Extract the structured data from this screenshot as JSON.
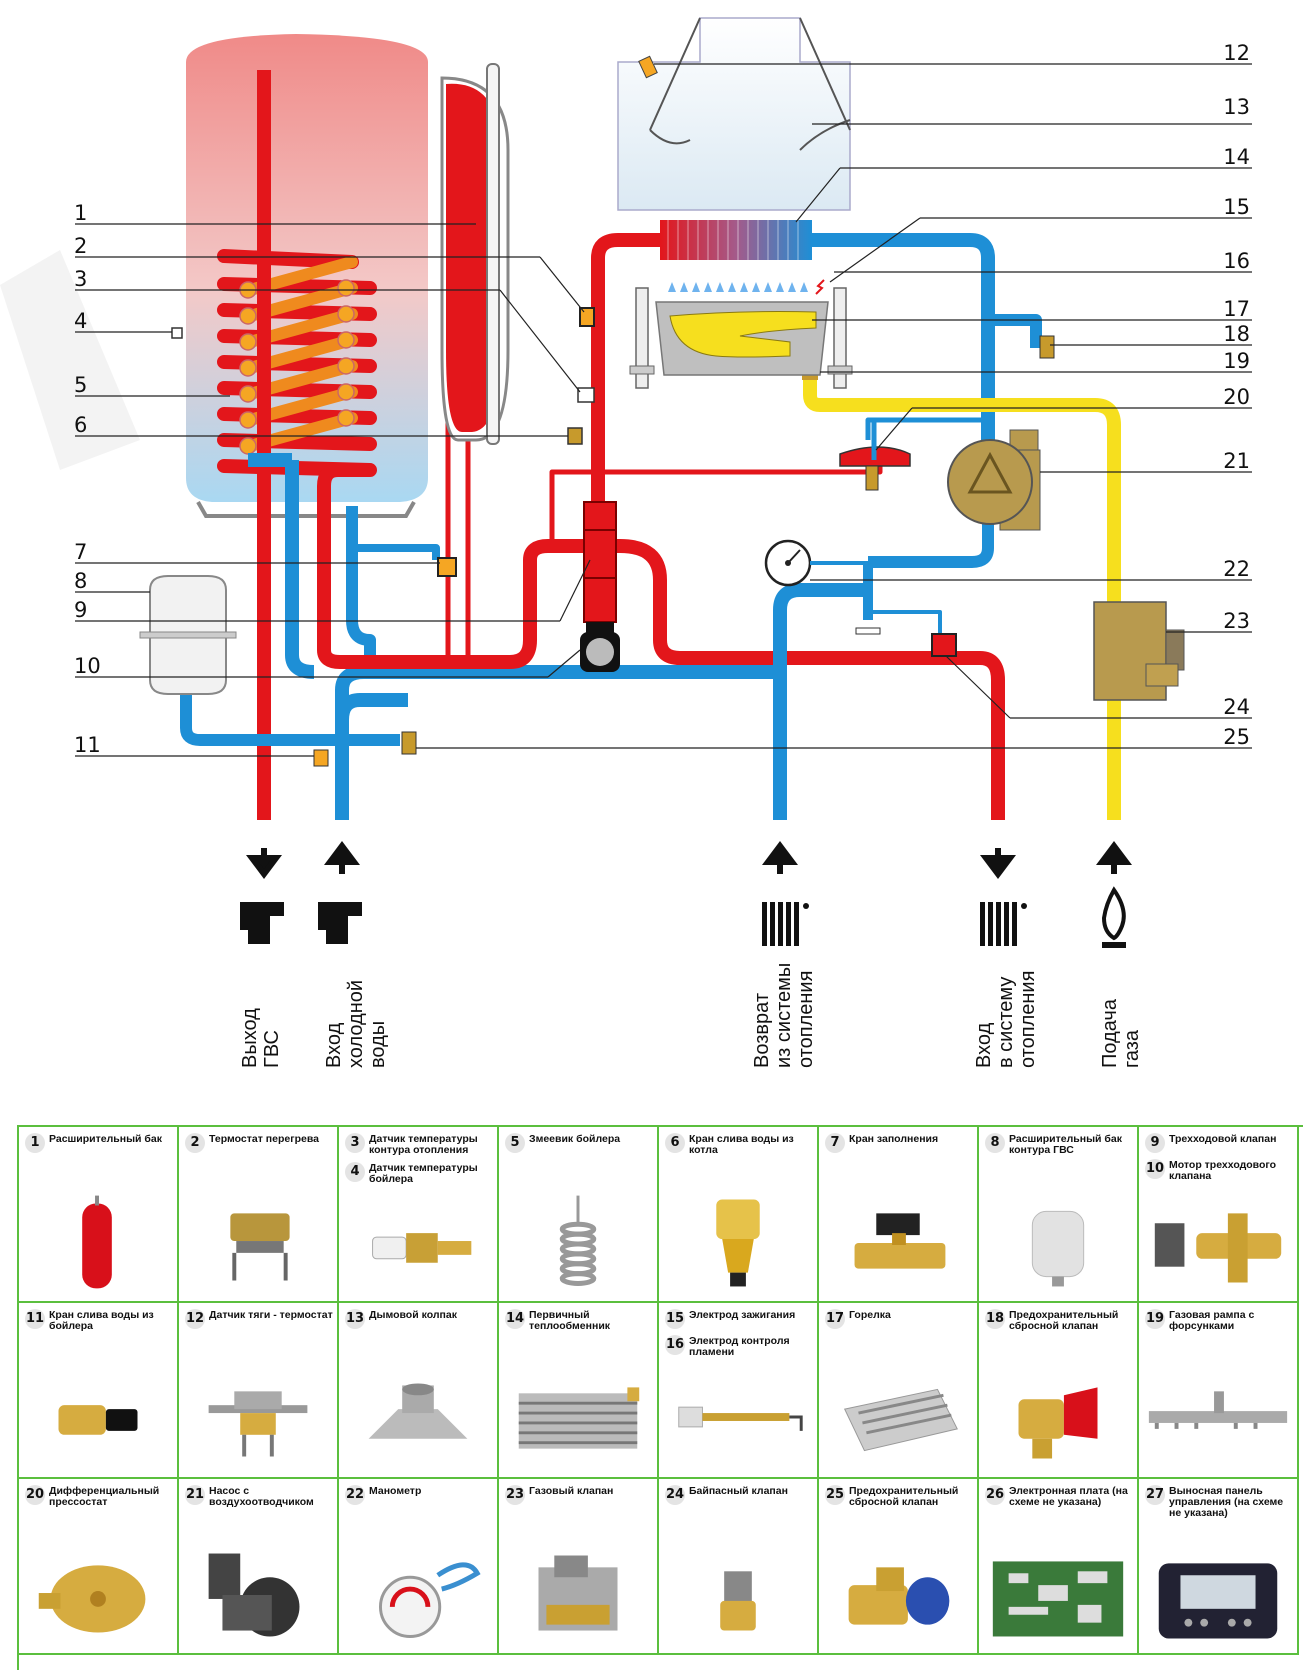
{
  "callouts": {
    "left": [
      "1",
      "2",
      "3",
      "4",
      "5",
      "6",
      "7",
      "8",
      "9",
      "10",
      "11"
    ],
    "right": [
      "12",
      "13",
      "14",
      "15",
      "16",
      "17",
      "18",
      "19",
      "20",
      "21",
      "22",
      "23",
      "24",
      "25"
    ]
  },
  "connections": [
    {
      "label": "Выход ГВС",
      "line1": "Выход",
      "line2": "ГВС",
      "line3": "",
      "icon": "tap-icon",
      "arrow": "down"
    },
    {
      "label": "Вход холодной воды",
      "line1": "Вход",
      "line2": "холодной",
      "line3": "воды",
      "icon": "tap-icon",
      "arrow": "up"
    },
    {
      "label": "Возврат из системы отопления",
      "line1": "Возврат",
      "line2": "из системы",
      "line3": "отопления",
      "icon": "radiator-icon",
      "arrow": "up"
    },
    {
      "label": "Вход в систему отопления",
      "line1": "Вход",
      "line2": "в систему",
      "line3": "отопления",
      "icon": "radiator-icon",
      "arrow": "down"
    },
    {
      "label": "Подача газа",
      "line1": "Подача",
      "line2": "газа",
      "line3": "",
      "icon": "flame-icon",
      "arrow": "up"
    }
  ],
  "colors": {
    "hot": "#e3161b",
    "cold": "#1e8fd6",
    "gas": "#f6df1e",
    "brass": "#c79a2c",
    "grid": "#5bbf3e",
    "tank_top": "#f08a88",
    "tank_bottom": "#a9d8f2"
  },
  "legend": [
    {
      "items": [
        {
          "num": "1",
          "text": "Расширительный бак"
        }
      ],
      "icon": "expansion-tank-icon"
    },
    {
      "items": [
        {
          "num": "2",
          "text": "Термостат перегрева"
        }
      ],
      "icon": "thermostat-icon"
    },
    {
      "items": [
        {
          "num": "3",
          "text": "Датчик температуры контура отопления"
        },
        {
          "num": "4",
          "text": "Датчик температуры бойлера"
        }
      ],
      "icon": "temperature-sensor-icon"
    },
    {
      "items": [
        {
          "num": "5",
          "text": "Змеевик бойлера"
        }
      ],
      "icon": "coil-icon"
    },
    {
      "items": [
        {
          "num": "6",
          "text": "Кран слива воды из котла"
        }
      ],
      "icon": "drain-valve-icon"
    },
    {
      "items": [
        {
          "num": "7",
          "text": "Кран заполнения"
        }
      ],
      "icon": "ball-valve-icon"
    },
    {
      "items": [
        {
          "num": "8",
          "text": "Расширительный бак контура ГВС"
        }
      ],
      "icon": "small-tank-icon"
    },
    {
      "items": [
        {
          "num": "9",
          "text": "Трехходовой клапан"
        },
        {
          "num": "10",
          "text": "Мотор трехходового клапана"
        }
      ],
      "icon": "three-way-valve-icon"
    },
    {
      "items": [
        {
          "num": "11",
          "text": "Кран слива воды из бойлера"
        }
      ],
      "icon": "drain-tap-icon"
    },
    {
      "items": [
        {
          "num": "12",
          "text": "Датчик тяги - термостат"
        }
      ],
      "icon": "draft-sensor-icon"
    },
    {
      "items": [
        {
          "num": "13",
          "text": "Дымовой колпак"
        }
      ],
      "icon": "smoke-hood-icon"
    },
    {
      "items": [
        {
          "num": "14",
          "text": "Первичный теплообменник"
        }
      ],
      "icon": "heat-exchanger-icon"
    },
    {
      "items": [
        {
          "num": "15",
          "text": "Электрод зажигания"
        },
        {
          "num": "16",
          "text": "Электрод контроля пламени"
        }
      ],
      "icon": "electrode-icon"
    },
    {
      "items": [
        {
          "num": "17",
          "text": "Горелка"
        }
      ],
      "icon": "burner-icon"
    },
    {
      "items": [
        {
          "num": "18",
          "text": "Предохранительный сбросной клапан"
        }
      ],
      "icon": "safety-valve-icon"
    },
    {
      "items": [
        {
          "num": "19",
          "text": "Газовая рампа с форсунками"
        }
      ],
      "icon": "gas-ramp-icon"
    },
    {
      "items": [
        {
          "num": "20",
          "text": "Дифференциальный прессостат"
        }
      ],
      "icon": "pressostat-icon"
    },
    {
      "items": [
        {
          "num": "21",
          "text": "Насос с воздухоотводчиком"
        }
      ],
      "icon": "pump-icon"
    },
    {
      "items": [
        {
          "num": "22",
          "text": "Манометр"
        }
      ],
      "icon": "manometer-icon"
    },
    {
      "items": [
        {
          "num": "23",
          "text": "Газовый клапан"
        }
      ],
      "icon": "gas-valve-icon"
    },
    {
      "items": [
        {
          "num": "24",
          "text": "Байпасный клапан"
        }
      ],
      "icon": "bypass-valve-icon"
    },
    {
      "items": [
        {
          "num": "25",
          "text": "Предохранительный сбросной клапан"
        }
      ],
      "icon": "safety-valve-blue-icon"
    },
    {
      "items": [
        {
          "num": "26",
          "text": "Электронная плата (на схеме не указана)"
        }
      ],
      "icon": "circuit-board-icon"
    },
    {
      "items": [
        {
          "num": "27",
          "text": "Выносная панель управления (на схеме не указана)"
        }
      ],
      "icon": "control-panel-icon"
    }
  ]
}
